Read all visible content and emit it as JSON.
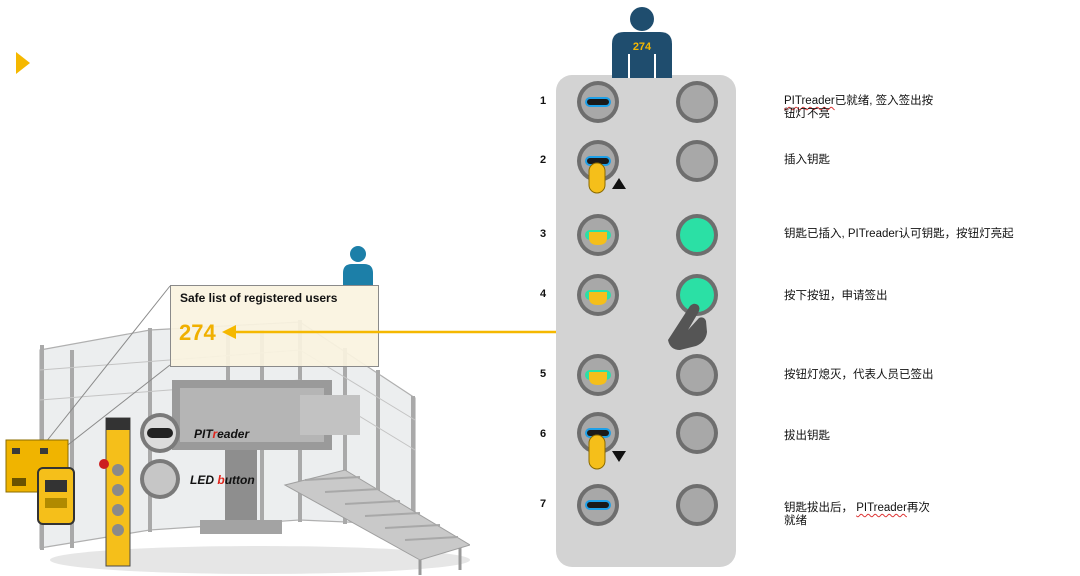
{
  "top_user_badge": "274",
  "safe_list": {
    "title": "Safe list of registered users",
    "number": "274"
  },
  "labels": {
    "pitreader_a": "PIT",
    "pitreader_b": "r",
    "pitreader_c": "eader",
    "led_a": "LED ",
    "led_b": "b",
    "led_c": "utton"
  },
  "steps": [
    {
      "num": "1",
      "text_pre": "",
      "text_term": "PITreader",
      "text_post": "已就绪, 签入签出按",
      "text_line2": "钮灯不亮"
    },
    {
      "num": "2",
      "text_pre": "插入钥匙",
      "text_term": "",
      "text_post": "",
      "text_line2": ""
    },
    {
      "num": "3",
      "text_pre": "钥匙已插入, PITreader认可钥匙，按钮灯亮起",
      "text_term": "",
      "text_post": "",
      "text_line2": ""
    },
    {
      "num": "4",
      "text_pre": "按下按钮，申请签出",
      "text_term": "",
      "text_post": "",
      "text_line2": ""
    },
    {
      "num": "5",
      "text_pre": "按钮灯熄灭，代表人员已签出",
      "text_term": "",
      "text_post": "",
      "text_line2": ""
    },
    {
      "num": "6",
      "text_pre": "拔出钥匙",
      "text_term": "",
      "text_post": "",
      "text_line2": ""
    },
    {
      "num": "7",
      "text_pre": "钥匙拔出后， ",
      "text_term": "PITreader",
      "text_post": "再次",
      "text_line2": "就绪"
    }
  ],
  "colors": {
    "accent_yellow": "#f5b800",
    "key_yellow": "#f5bf1a",
    "led_blue": "#1ea0e8",
    "led_green": "#2be0a5",
    "user_navy": "#1f4d6e",
    "user_teal": "#1c7fa8",
    "panel_gray": "#d3d3d3"
  },
  "icons": [
    "person-icon",
    "key-icon",
    "hand-pointer-icon",
    "arrow-up-icon",
    "arrow-down-icon",
    "triangle-marker-icon"
  ]
}
